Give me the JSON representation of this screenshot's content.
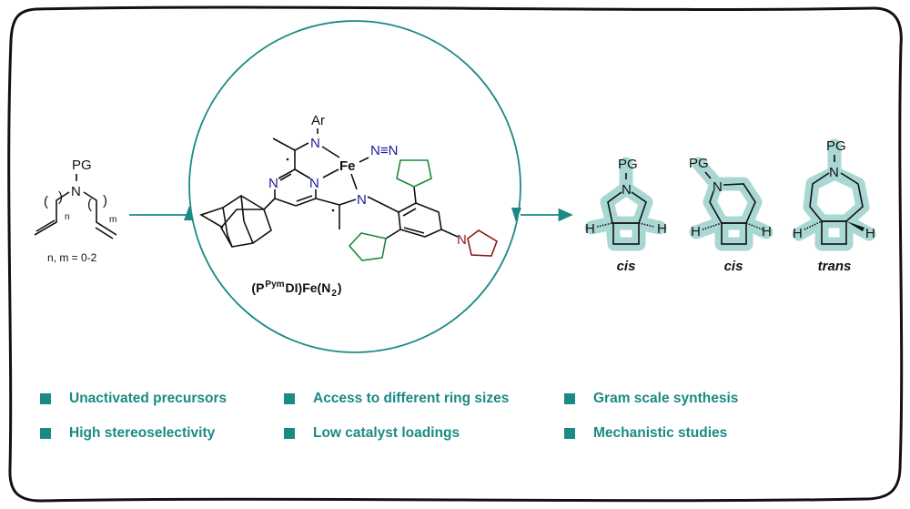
{
  "colors": {
    "accent": "#1a8a84",
    "halo": "#a9d8d4",
    "nitrogen": "#1c1c9c",
    "cyclopentyl": "#1a8a3a",
    "pyrrolidine": "#8a1a1a"
  },
  "substrate": {
    "pg": "PG",
    "n": "N",
    "sub_n": "n",
    "sub_m": "m",
    "condition": "n, m = 0-2"
  },
  "catalyst": {
    "ar": "Ar",
    "fe": "Fe",
    "n": "N",
    "n2_triple": "N≡N",
    "name_main": "(P",
    "name_sup": "Pym",
    "name_mid": "DI)Fe(N",
    "name_sub": "2",
    "name_end": ")"
  },
  "products": [
    {
      "pg": "PG",
      "n": "N",
      "h": "H",
      "stereo": "cis"
    },
    {
      "pg": "PG",
      "n": "N",
      "h": "H",
      "stereo": "cis"
    },
    {
      "pg": "PG",
      "n": "N",
      "h": "H",
      "stereo": "trans"
    }
  ],
  "bullets": [
    "Unactivated  precursors",
    "Access to different ring sizes",
    "Gram scale synthesis",
    "High stereoselectivity",
    "Low catalyst loadings",
    "Mechanistic studies"
  ]
}
